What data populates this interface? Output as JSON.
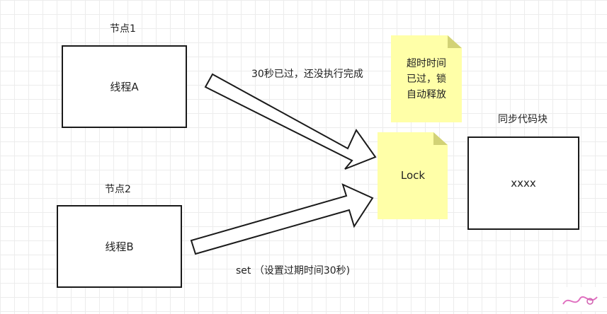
{
  "node1": {
    "caption": "节点1",
    "thread": "线程A"
  },
  "node2": {
    "caption": "节点2",
    "thread": "线程B"
  },
  "arrow_a": {
    "label": "30秒已过，还没执行完成"
  },
  "arrow_b": {
    "label": "set （设置过期时间30秒)"
  },
  "timeout_note": {
    "lines": [
      "超时时间",
      "已过，锁",
      "自动释放"
    ],
    "color": "#ffffa8"
  },
  "lock_note": {
    "label": "Lock",
    "color": "#ffffa8"
  },
  "sync_block": {
    "caption": "同步代码块",
    "content": "xxxx"
  }
}
